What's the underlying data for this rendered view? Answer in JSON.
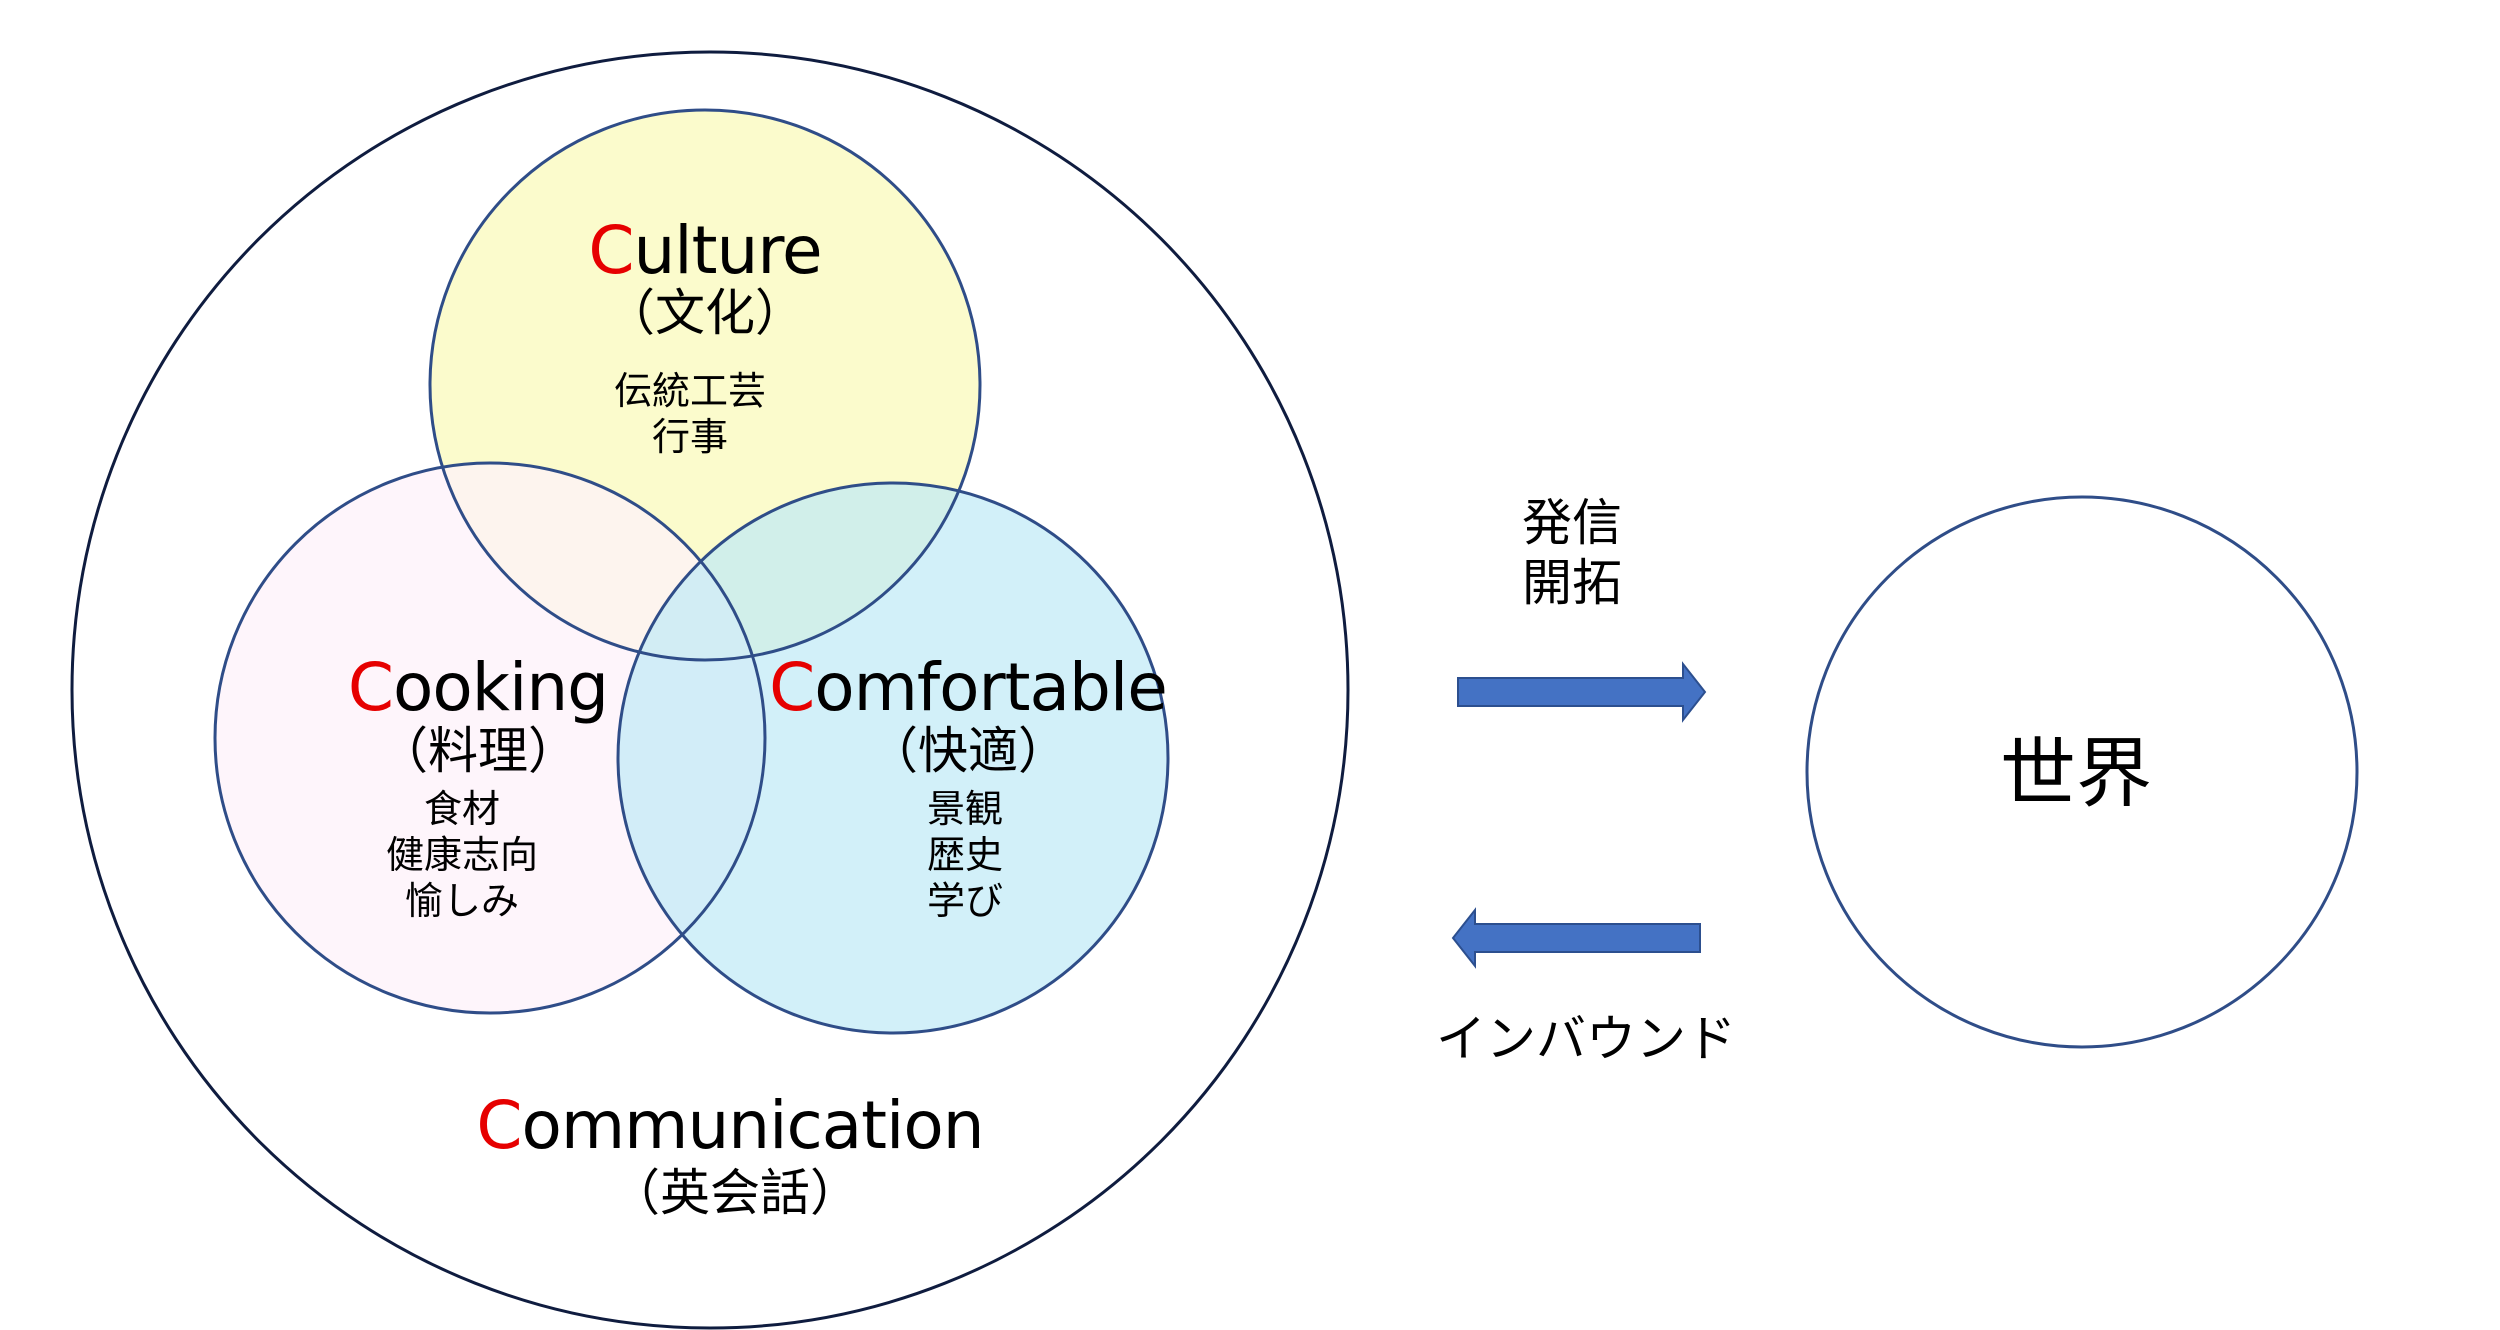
{
  "colors": {
    "accent_letter": "#e60000",
    "outer_stroke": "#0f1c3f",
    "circle_stroke": "#2f4d88",
    "culture_fill": "#fbfbc7",
    "cooking_fill": "#fdf1f9",
    "comfortable_fill": "#cdeef8",
    "arrow_fill": "#4472c4",
    "arrow_stroke": "#2c4f8f"
  },
  "communication": {
    "initial": "C",
    "rest": "ommunication",
    "subtitle": "（英会話）"
  },
  "culture": {
    "initial": "C",
    "rest": "ulture",
    "subtitle": "（文化）",
    "items": [
      "伝統工芸",
      "行事"
    ]
  },
  "cooking": {
    "initial": "C",
    "rest": "ooking",
    "subtitle": "（料理）",
    "items": [
      "食材",
      "健康志向",
      "愉しみ"
    ]
  },
  "comfortable": {
    "initial": "C",
    "rest": "omfortable",
    "subtitle": "（快適）",
    "items": [
      "景観",
      "歴史",
      "学び"
    ]
  },
  "outbound": {
    "label_lines": [
      "発信",
      "開拓"
    ],
    "direction": "right"
  },
  "inbound": {
    "label": "インバウンド",
    "direction": "left"
  },
  "world": {
    "label": "世界"
  }
}
